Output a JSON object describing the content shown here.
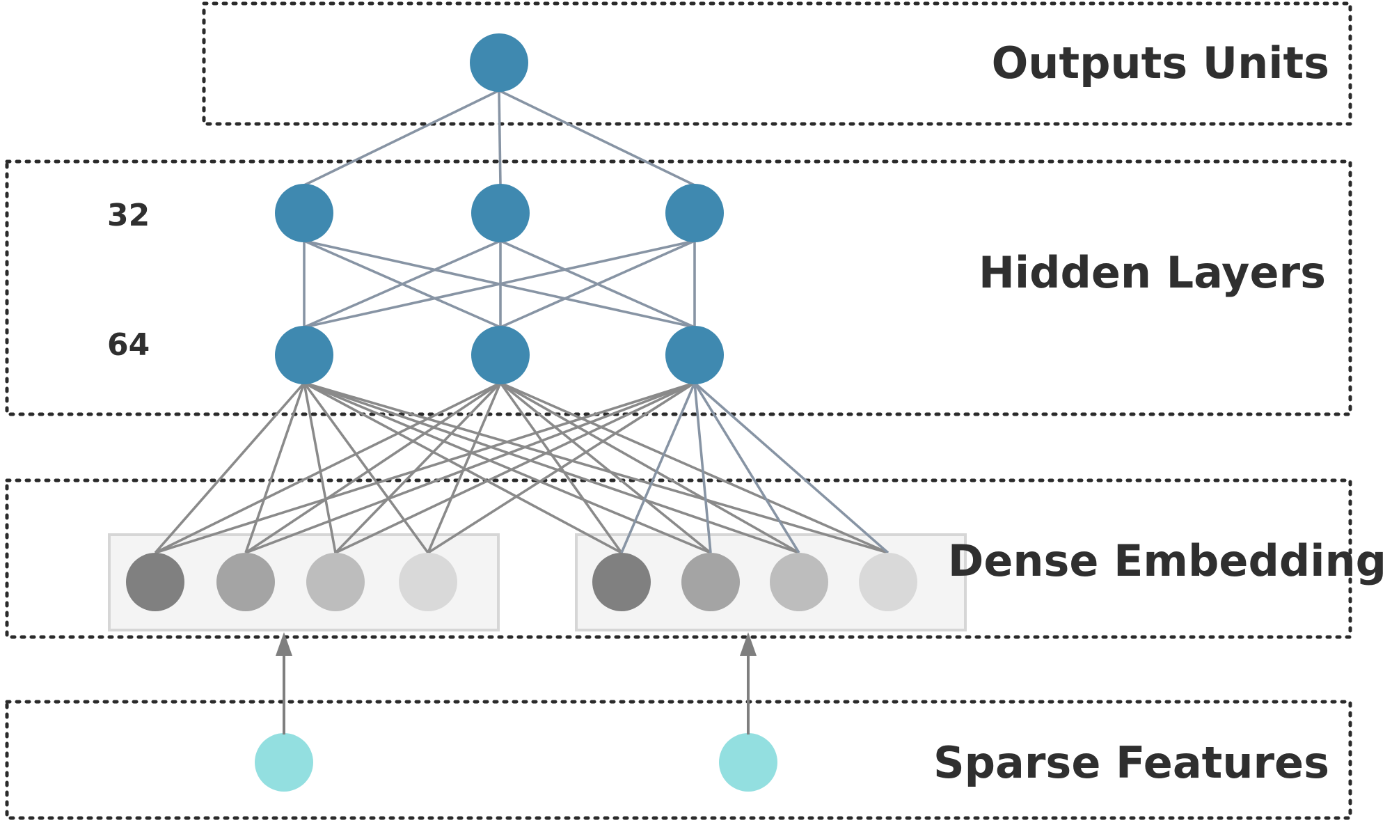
{
  "sections": {
    "output": "Outputs Units",
    "hidden": "Hidden Layers",
    "embedding": "Dense Embedding",
    "sparse": "Sparse Features"
  },
  "hidden_layers": [
    {
      "size": "32"
    },
    {
      "size": "64"
    }
  ],
  "colors": {
    "output_node": "#3f89b0",
    "hidden_node": "#3f89b0",
    "sparse_node": "#93dfe0",
    "embedding_shades": [
      "#808080",
      "#a4a4a4",
      "#bdbdbd",
      "#d9d9d9"
    ],
    "edge": "#8a8a8a",
    "edge_blue": "#8794a4",
    "frame": "#2a2a2a"
  }
}
